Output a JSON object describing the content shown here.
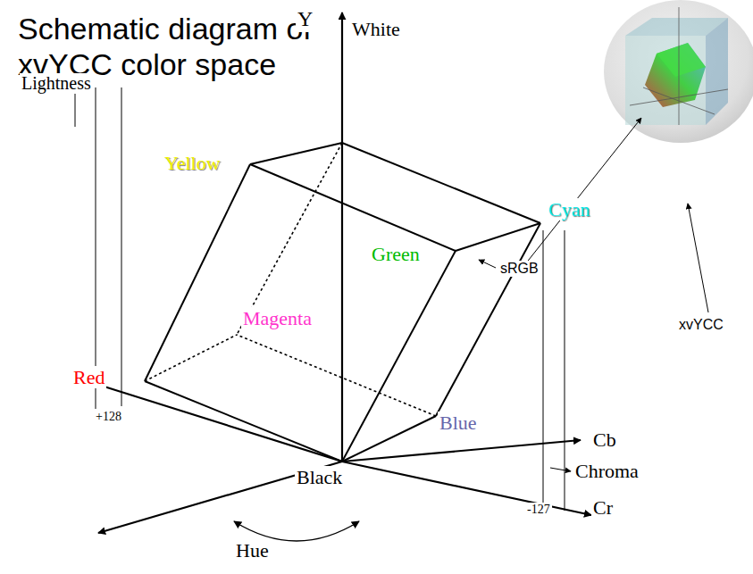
{
  "diagram": {
    "title": "Schematic diagram of xvYCC color space",
    "labels": [
      "Y",
      "White",
      "Lightness",
      "Yellow",
      "Cyan",
      "Green",
      "sRGB",
      "xvYCC",
      "Magenta",
      "Red",
      "+128",
      "Blue",
      "Cb",
      "Black",
      "Chroma",
      "-127",
      "Cr",
      "Hue"
    ]
  }
}
